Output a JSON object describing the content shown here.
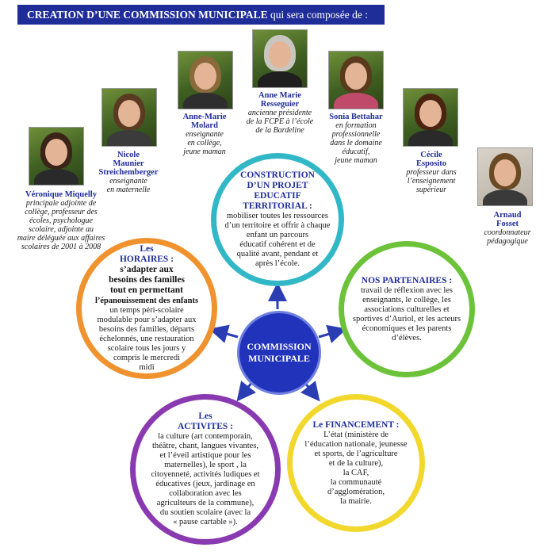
{
  "banner": {
    "bold": "CREATION D’UNE COMMISSION MUNICIPALE",
    "rest": " qui sera composée de :"
  },
  "members": [
    {
      "name": "Véronique Miquelly",
      "desc": [
        "principale adjointe de",
        "collège, professeur des",
        "écoles, psychologue",
        "scolaire, adjointe au",
        "maire déléguée aux affaires",
        "scolaires de 2001 à 2008"
      ]
    },
    {
      "name": "Nicole Maunier Streichemberger",
      "name_lines": [
        "Nicole",
        "Maunier",
        "Streichemberger"
      ],
      "desc": [
        "enseignante",
        "en maternelle"
      ]
    },
    {
      "name": "Anne-Marie Molard",
      "name_lines": [
        "Anne-Marie",
        "Molard"
      ],
      "desc": [
        "enseignante",
        "en collège,",
        "jeune maman"
      ]
    },
    {
      "name": "Anne Marie Resseguier",
      "name_lines": [
        "Anne Marie",
        "Resseguier"
      ],
      "desc": [
        "ancienne présidente",
        "de la FCPE à l’école",
        "de la Bardeline"
      ]
    },
    {
      "name": "Sonia Bettahar",
      "desc": [
        "en formation",
        "professionnelle",
        "dans le domaine",
        "éducatif,",
        "jeune maman"
      ]
    },
    {
      "name": "Cécile Esposito",
      "name_lines": [
        "Cécile",
        "Esposito"
      ],
      "desc": [
        "professeur dans",
        "l’enseignement",
        "supérieur"
      ]
    },
    {
      "name": "Arnaud Fosset",
      "name_lines": [
        "Arnaud",
        "Fosset"
      ],
      "desc": [
        "coordonnateur",
        "pédagogique"
      ]
    }
  ],
  "center": {
    "line1": "COMMISSION",
    "line2": "MUNICIPALE"
  },
  "projet": {
    "title": [
      "CONSTRUCTION",
      "D’UN PROJET",
      "EDUCATIF",
      "TERRITORIAL :"
    ],
    "text": [
      "mobiliser toutes les ressources",
      "d’un territoire et offrir à chaque",
      "enfant un parcours",
      "éducatif cohérent et de",
      "qualité avant, pendant et",
      "après l’école."
    ]
  },
  "horaires": {
    "title": [
      "Les",
      "HORAIRES :"
    ],
    "sub": [
      "s’adapter aux",
      "besoins des familles",
      "tout en permettant",
      "l’épanouissement des enfants"
    ],
    "text": [
      "un temps péri-scolaire",
      "modulable pour s’adapter aux",
      "besoins des familles, départs",
      "échelonnés, une restauration",
      "scolaire tous les jours y",
      "compris le mercredi",
      "midi"
    ]
  },
  "partenaires": {
    "title": [
      "NOS PARTENAIRES :"
    ],
    "text": [
      "travail de réflexion avec les",
      "enseignants, le collège, les",
      "associations culturelles et",
      "sportives d’Auriol, et les acteurs",
      "économiques et les parents",
      "d’élèves."
    ]
  },
  "activites": {
    "title": [
      "Les",
      "ACTIVITES :"
    ],
    "text": [
      "la culture (art contemporain,",
      "théâtre, chant, langues vivantes,",
      "et l’éveil artistique pour les",
      "maternelles), le sport , la",
      "citoyenneté, activités ludiques et",
      "éducatives (jeux, jardinage en",
      "collaboration avec les",
      "agriculteurs de la commune),",
      "du soutien scolaire (avec la",
      "« pause cartable »)."
    ]
  },
  "financement": {
    "title": [
      "Le FINANCEMENT :"
    ],
    "text": [
      "L’état (ministère de",
      "l’éducation nationale, jeunesse",
      "et sports, de l’agriculture",
      "et de la culture),",
      "la CAF,",
      "la communauté",
      "d’agglomération,",
      "la mairie."
    ]
  },
  "colors": {
    "banner": "#1f2d99",
    "center": "#2233bb",
    "projet_ring": "#32b7c6",
    "horaires_ring": "#f0922e",
    "partenaires_ring": "#6cc33a",
    "activites_ring": "#8a3ab0",
    "financement_ring": "#f2d72c",
    "arrow": "#2a3db3"
  }
}
